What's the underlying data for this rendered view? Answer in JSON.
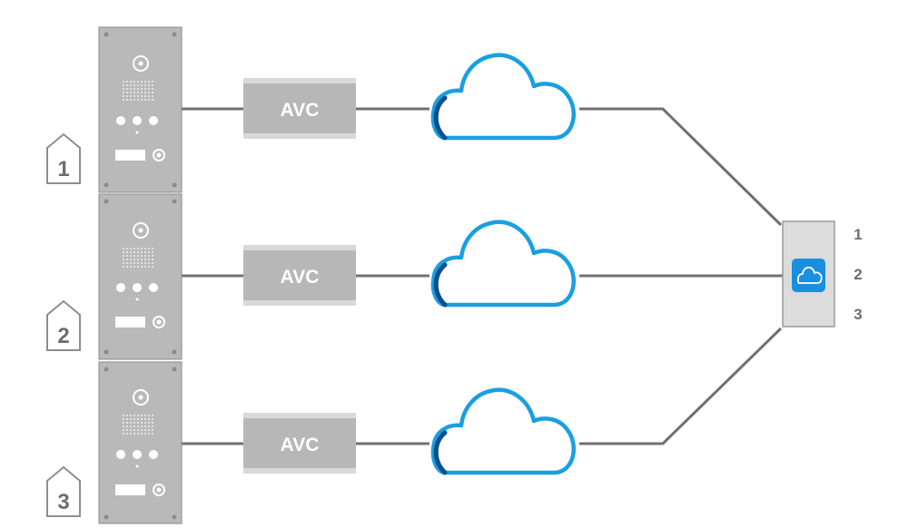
{
  "diagram": {
    "colors": {
      "line": "#707070",
      "panel": "#b9b9b9",
      "panel_border": "#8a8a8a",
      "cloud": "#1a9fe0",
      "cloud_dark": "#0a4f8f",
      "house_stroke": "#8e8e8e",
      "number_text": "#6e6e6e",
      "receiver_body": "#dcdcdc",
      "receiver_icon": "#1a8fe0"
    },
    "stations": [
      {
        "number": "1",
        "box_label": "AVC"
      },
      {
        "number": "2",
        "box_label": "AVC"
      },
      {
        "number": "3",
        "box_label": "AVC"
      }
    ],
    "receiver": {
      "icon": "cloud-icon",
      "channels": [
        "1",
        "2",
        "3"
      ]
    }
  }
}
